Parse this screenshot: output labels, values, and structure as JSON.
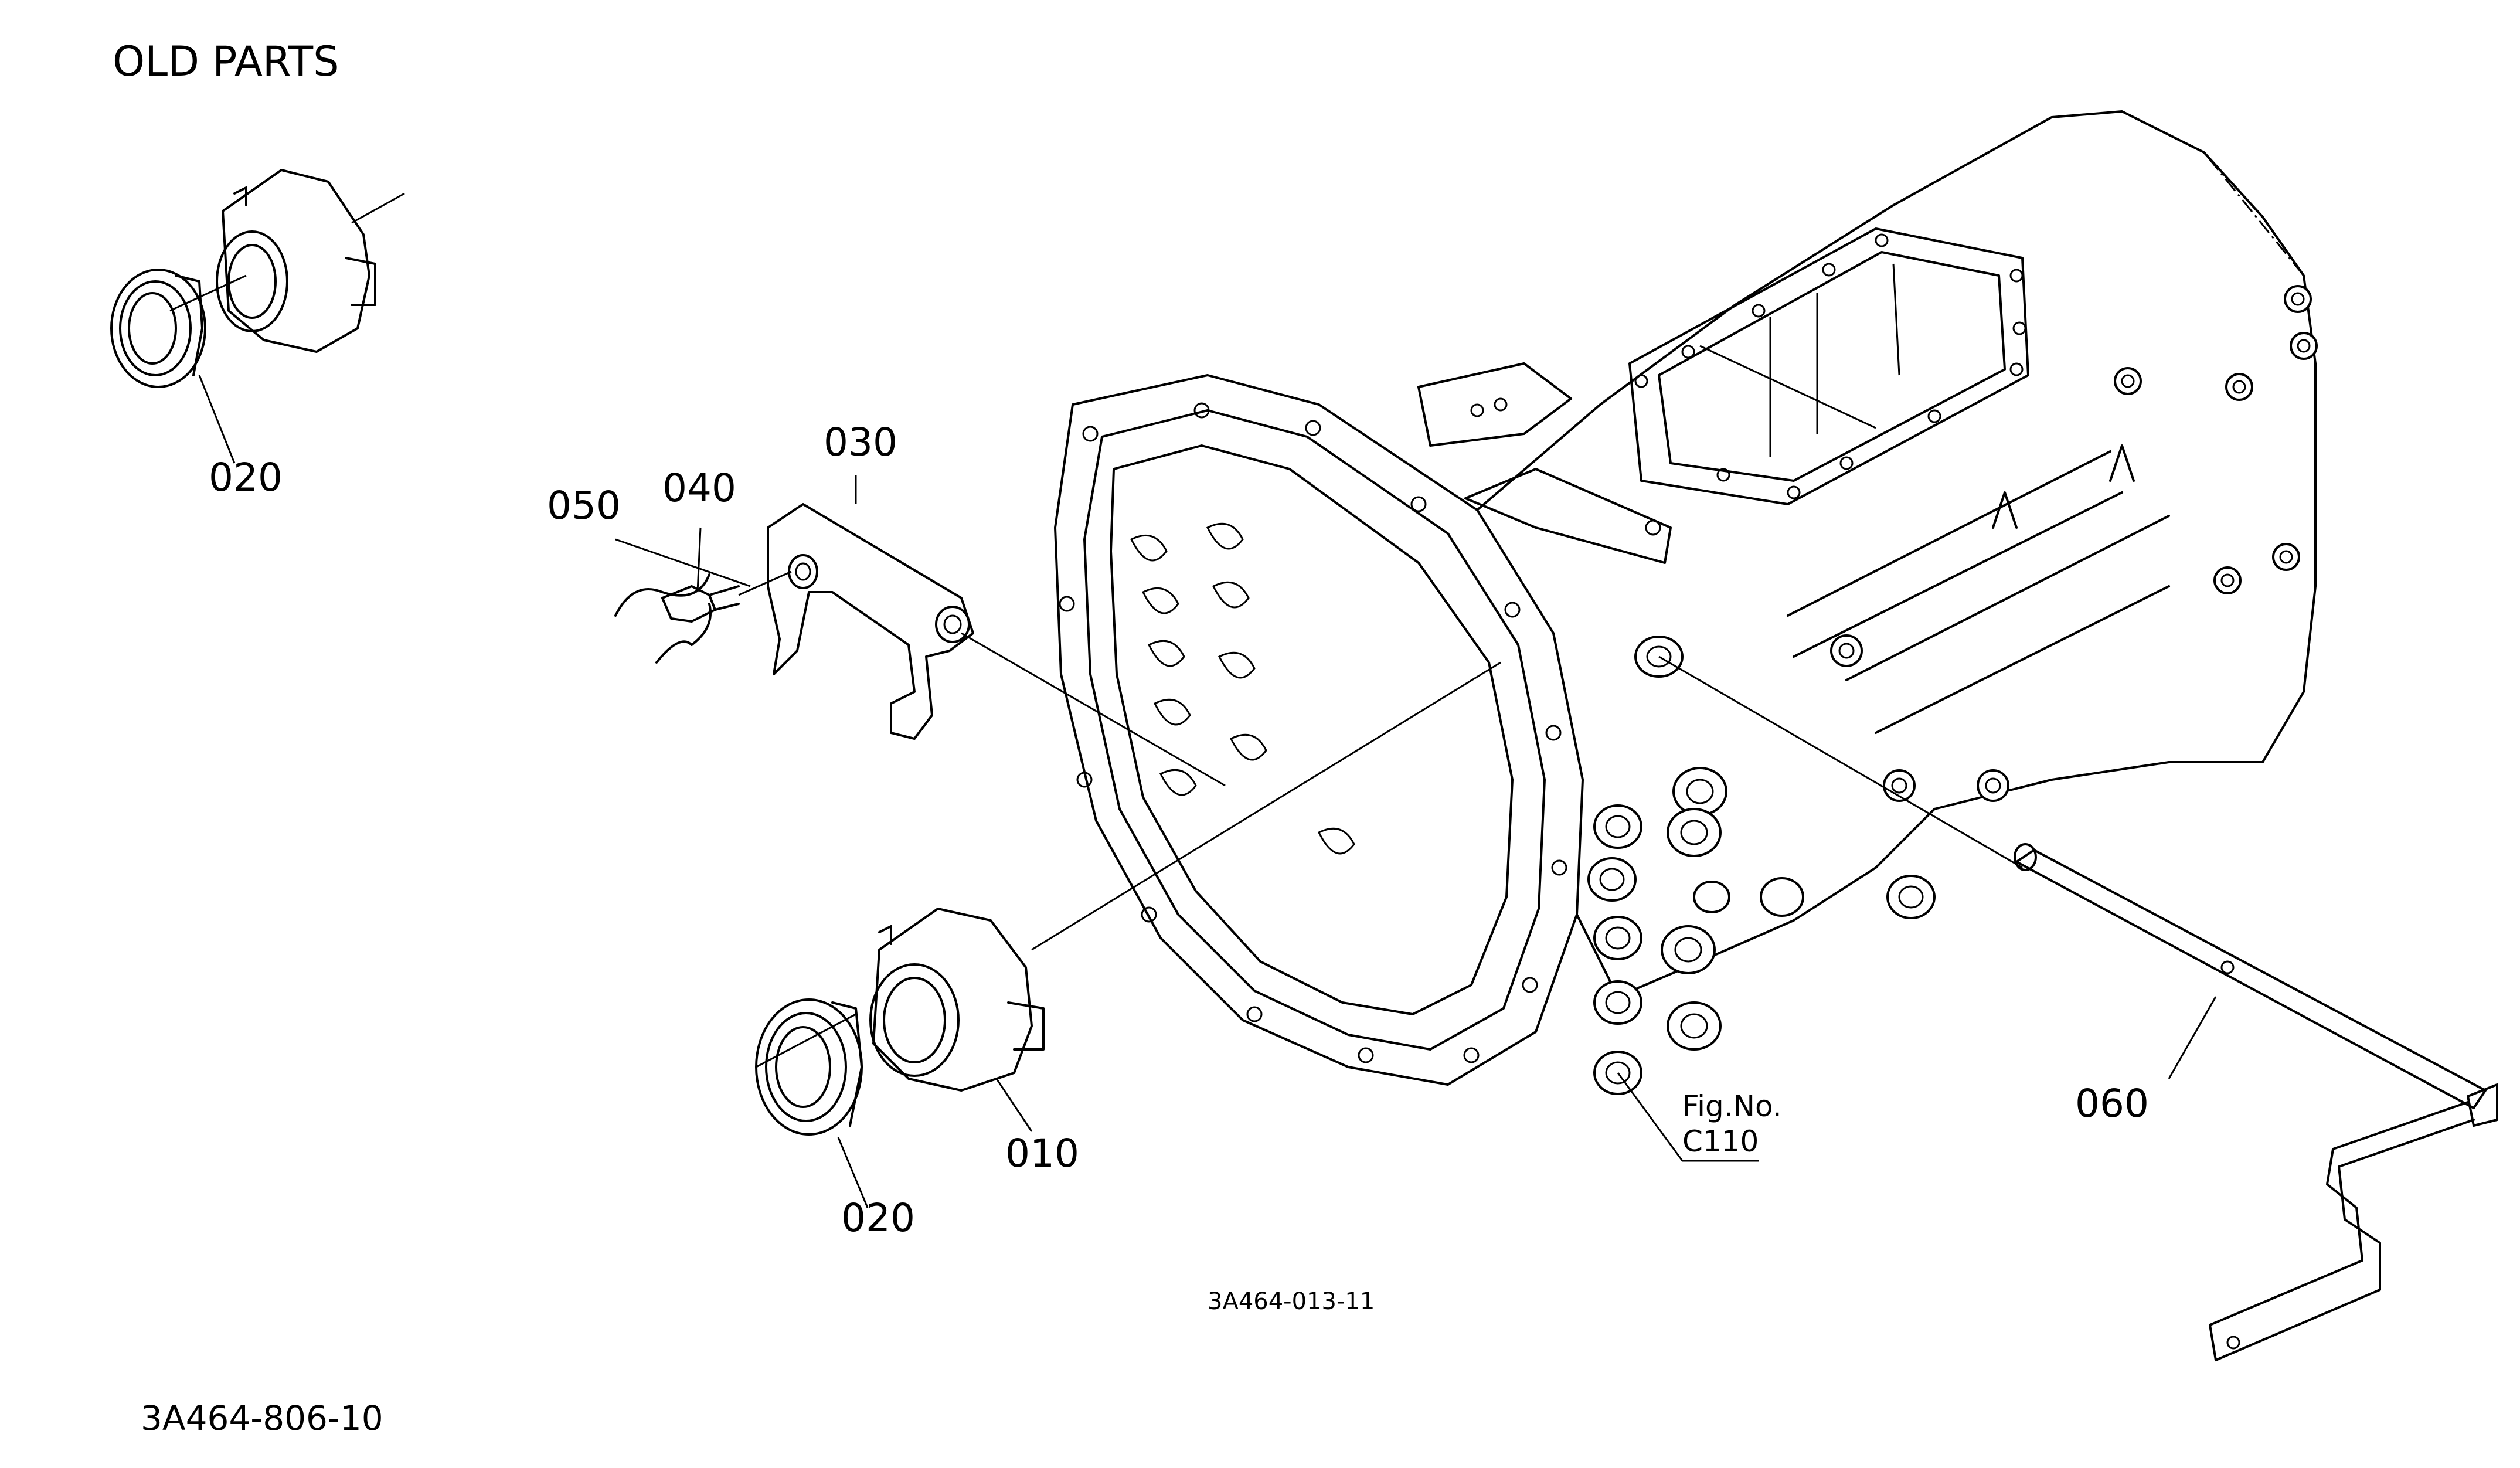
{
  "title": "OLD PARTS",
  "figure_code": "3A464-013-11",
  "drawing_code": "3A464-806-10",
  "figure_reference": {
    "line1": "Fig.No.",
    "line2": "C110"
  },
  "callouts": [
    {
      "id": "020_top",
      "label": "020"
    },
    {
      "id": "050",
      "label": "050"
    },
    {
      "id": "040",
      "label": "040"
    },
    {
      "id": "030",
      "label": "030"
    },
    {
      "id": "010",
      "label": "010"
    },
    {
      "id": "020_bottom",
      "label": "020"
    },
    {
      "id": "060",
      "label": "060"
    }
  ]
}
